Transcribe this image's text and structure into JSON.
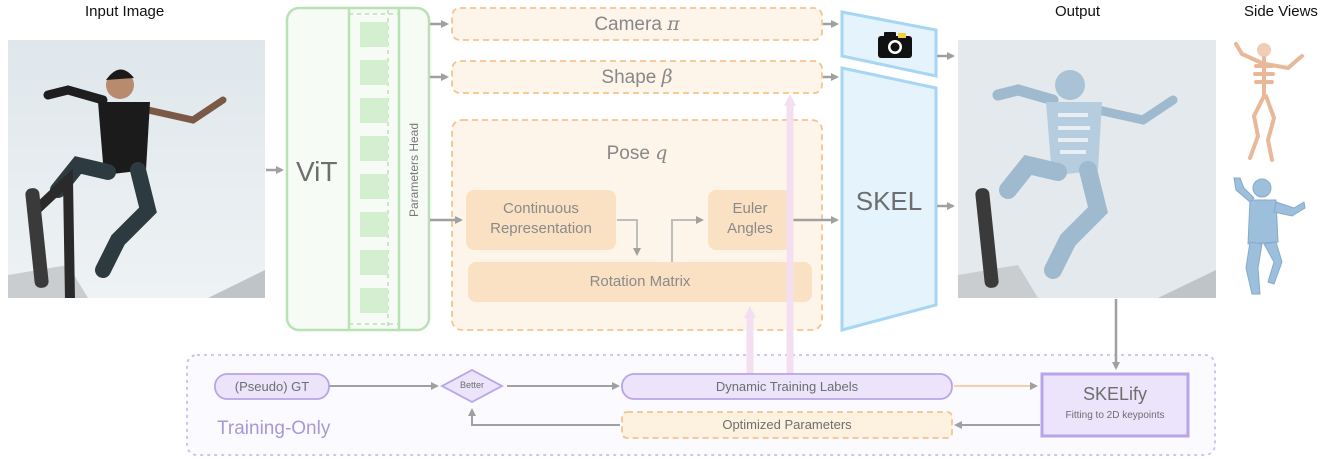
{
  "labels": {
    "input_image": "Input Image",
    "output": "Output",
    "side_views": "Side Views"
  },
  "encoder": {
    "vit": "ViT",
    "parameters_head": "Parameters Head"
  },
  "heads": {
    "camera": "Camera",
    "camera_symbol": "π",
    "shape": "Shape",
    "shape_symbol": "β",
    "pose": "Pose",
    "pose_symbol": "q"
  },
  "pose_blocks": {
    "continuous_line1": "Continuous",
    "continuous_line2": "Representation",
    "euler_line1": "Euler",
    "euler_line2": "Angles",
    "rotation_matrix": "Rotation Matrix"
  },
  "model": {
    "skel": "SKEL"
  },
  "training": {
    "pseudo_gt": "(Pseudo) GT",
    "better": "Better",
    "dynamic_labels": "Dynamic Training Labels",
    "optimized_params": "Optimized Parameters",
    "skelify": "SKELify",
    "skelify_sub": "Fitting to 2D keypoints",
    "region_label": "Training-Only"
  },
  "icons": [
    "camera-icon",
    "skeleton-side-view",
    "body-mesh-side-view",
    "skater-photo",
    "skater-output-photo"
  ],
  "colors": {
    "vit_green": "#8ccf86",
    "token_fill": "#d4efd0",
    "orange_border": "#f5c48e",
    "orange_fill": "#fdf1df",
    "orange_block": "#fbe1c4",
    "skel_blue": "#a6d6f3",
    "skel_fill": "#e4f3fc",
    "purple": "#b9a4ea",
    "purple_fill": "#ebe4fb",
    "training_label": "#a898d6",
    "arrow_gray": "#a0a0a0"
  }
}
